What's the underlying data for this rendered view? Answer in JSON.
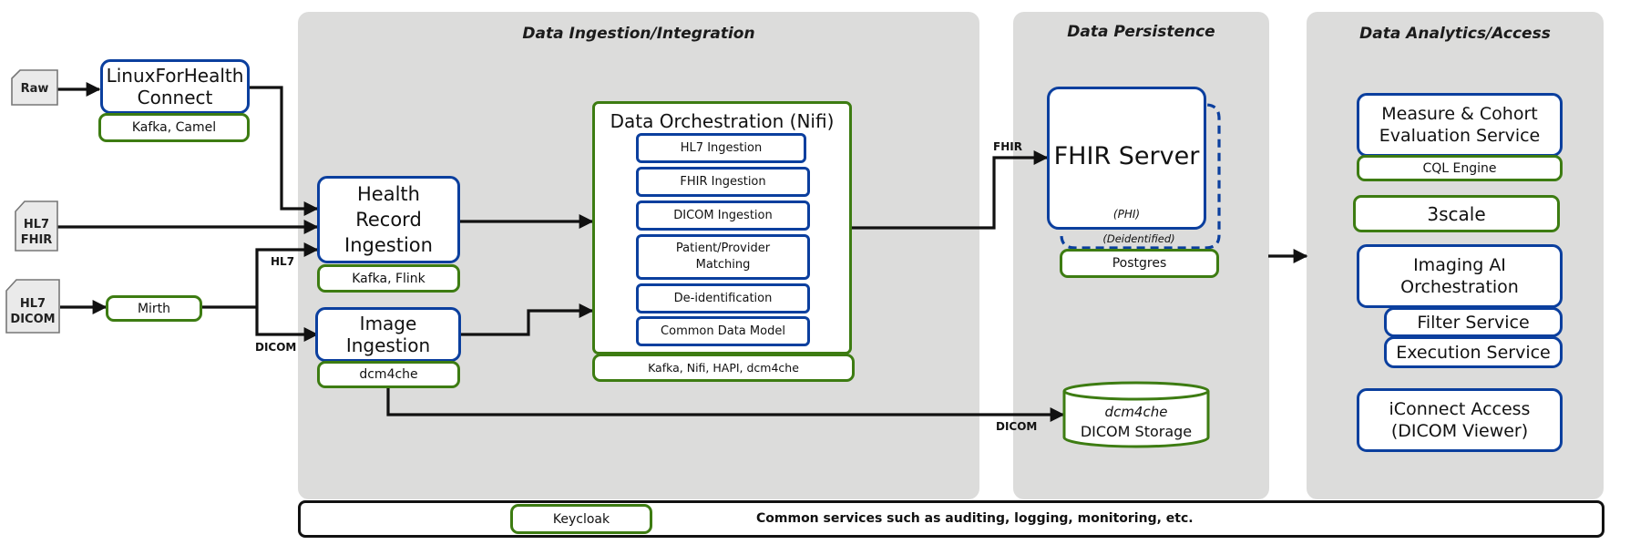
{
  "panels": {
    "ingestion": "Data Ingestion/Integration",
    "persistence": "Data Persistence",
    "analytics": "Data Analytics/Access"
  },
  "sources": {
    "raw": "Raw",
    "hl7_fhir": [
      "HL7",
      "FHIR"
    ],
    "hl7_dicom": [
      "HL7",
      "DICOM"
    ]
  },
  "lfh": {
    "title": "LinuxForHealth Connect",
    "tech": "Kafka, Camel"
  },
  "mirth": "Mirth",
  "health_record": {
    "title": "Health Record Ingestion",
    "tech": "Kafka, Flink"
  },
  "image_ingestion": {
    "title": "Image Ingestion",
    "tech": "dcm4che"
  },
  "orchestration": {
    "title": "Data Orchestration (Nifi)",
    "items": [
      "HL7 Ingestion",
      "FHIR Ingestion",
      "DICOM Ingestion",
      "Patient/Provider Matching",
      "De-identification",
      "Common Data Model"
    ],
    "tech": "Kafka, Nifi, HAPI, dcm4che"
  },
  "fhir_server": {
    "title": "FHIR Server",
    "phi": "(PHI)",
    "deid": "(Deidentified)",
    "db": "Postgres"
  },
  "dicom_storage": {
    "name": "dcm4che",
    "label": "DICOM Storage"
  },
  "analytics": {
    "measure": "Measure & Cohort Evaluation Service",
    "cql": "CQL Engine",
    "threescale": "3scale",
    "imaging_ai": "Imaging AI Orchestration",
    "filter": "Filter Service",
    "execution": "Execution Service",
    "iconnect": "iConnect Access (DICOM Viewer)"
  },
  "edge_labels": {
    "hl7": "HL7",
    "dicom": "DICOM",
    "fhir": "FHIR",
    "dicom_storage": "DICOM"
  },
  "common": {
    "keycloak": "Keycloak",
    "text": "Common services such as auditing, logging, monitoring, etc."
  },
  "colors": {
    "blue": "#0b3f9e",
    "green": "#3d7c12",
    "panel": "#dcdcdb",
    "line": "#111111"
  }
}
